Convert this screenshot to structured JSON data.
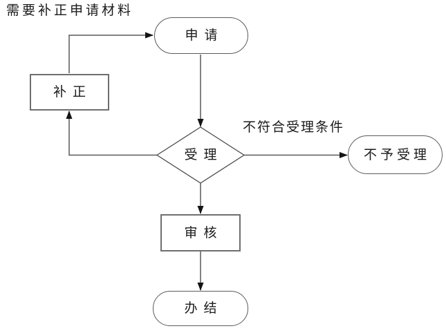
{
  "diagram": {
    "type": "flowchart",
    "nodes": {
      "apply": {
        "label": "申请",
        "shape": "terminator"
      },
      "correct": {
        "label": "补正",
        "shape": "process"
      },
      "accept": {
        "label": "受理",
        "shape": "decision"
      },
      "reject": {
        "label": "不予受理",
        "shape": "terminator"
      },
      "review": {
        "label": "审核",
        "shape": "process"
      },
      "complete": {
        "label": "办结",
        "shape": "terminator"
      }
    },
    "annotations": {
      "top_left": "需要补正申请材料",
      "edge_reject": "不符合受理条件"
    },
    "edges": [
      {
        "from": "correct",
        "to": "apply",
        "label": ""
      },
      {
        "from": "apply",
        "to": "accept",
        "label": ""
      },
      {
        "from": "accept",
        "to": "correct",
        "label": "需要补正申请材料"
      },
      {
        "from": "accept",
        "to": "reject",
        "label": "不符合受理条件"
      },
      {
        "from": "accept",
        "to": "review",
        "label": ""
      },
      {
        "from": "review",
        "to": "complete",
        "label": ""
      }
    ],
    "colors": {
      "background": "#ffffff",
      "line": "#595959",
      "arrowhead": "#141414",
      "shape_border_oval": "#5a5a5a",
      "shape_border_rect": "#6e6e6e",
      "shape_fill": "#ffffff",
      "text": "#1a1a1a"
    }
  }
}
